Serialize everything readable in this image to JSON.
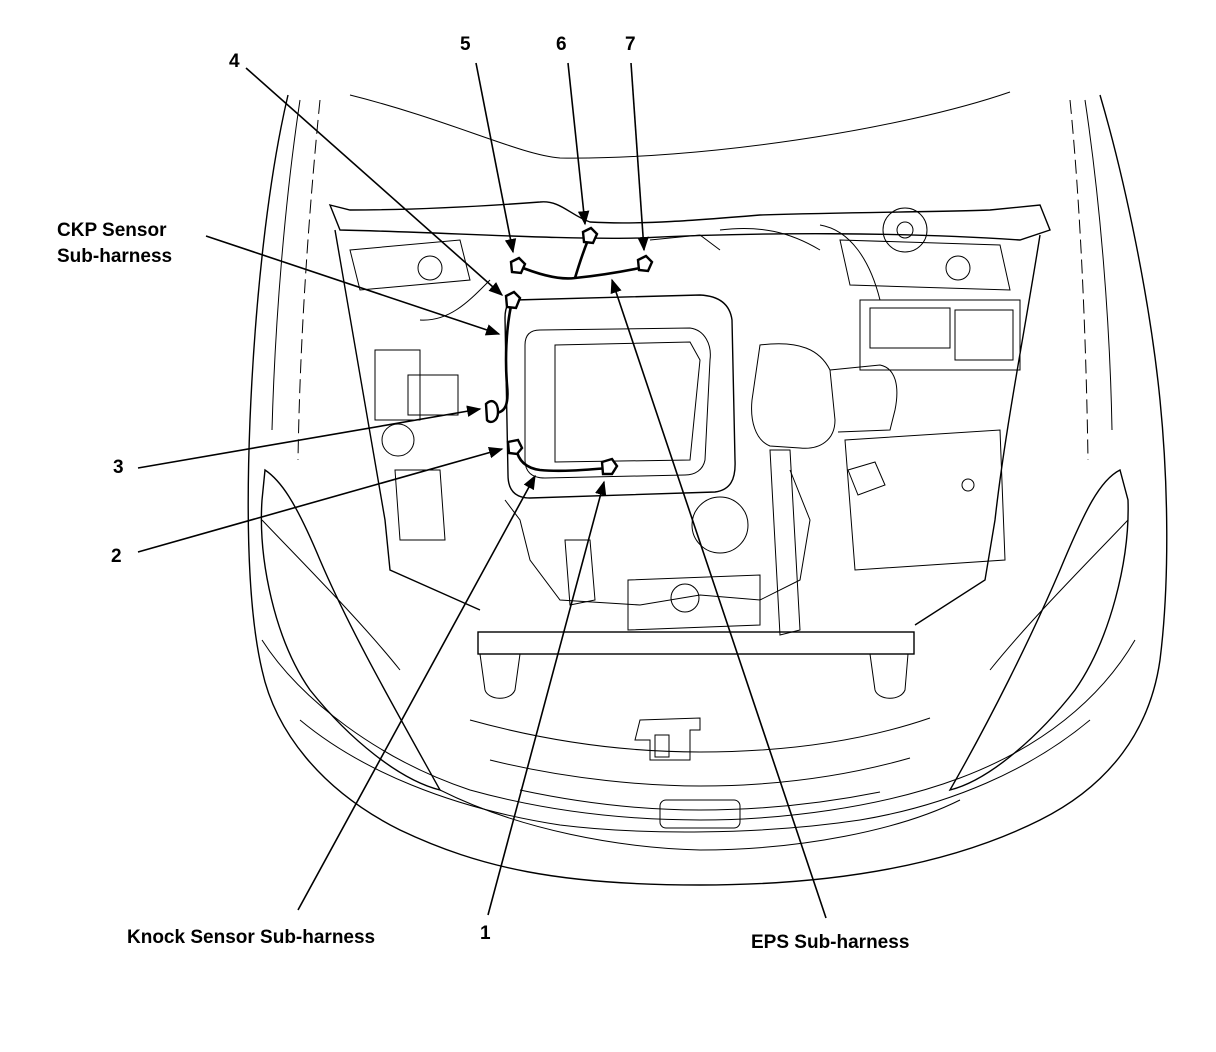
{
  "callouts": {
    "c1": "1",
    "c2": "2",
    "c3": "3",
    "c4": "4",
    "c5": "5",
    "c6": "6",
    "c7": "7"
  },
  "labels": {
    "ckp_line1": "CKP Sensor",
    "ckp_line2": "Sub-harness",
    "knock": "Knock Sensor Sub-harness",
    "eps": "EPS Sub-harness"
  }
}
